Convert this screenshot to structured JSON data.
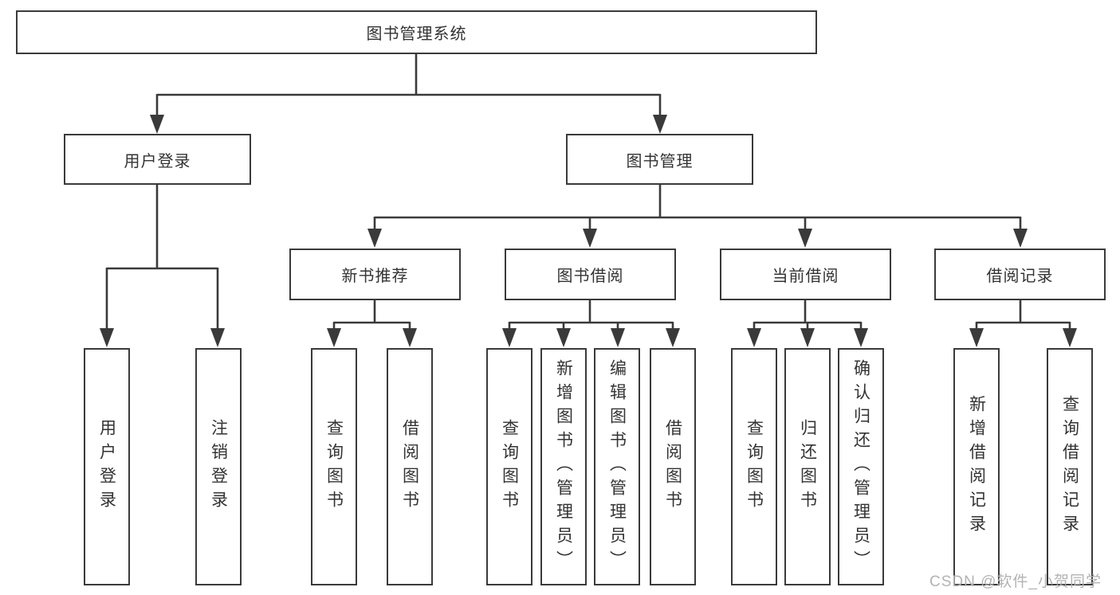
{
  "diagram": {
    "title": "图书管理系统",
    "branches": [
      {
        "label": "用户登录",
        "children": [
          {
            "label": "用户登录"
          },
          {
            "label": "注销登录"
          }
        ]
      },
      {
        "label": "图书管理",
        "groups": [
          {
            "label": "新书推荐",
            "children": [
              {
                "label": "查询图书"
              },
              {
                "label": "借阅图书"
              }
            ]
          },
          {
            "label": "图书借阅",
            "children": [
              {
                "label": "查询图书"
              },
              {
                "label": "新增图书（管理员）"
              },
              {
                "label": "编辑图书（管理员）"
              },
              {
                "label": "借阅图书"
              }
            ]
          },
          {
            "label": "当前借阅",
            "children": [
              {
                "label": "查询图书"
              },
              {
                "label": "归还图书"
              },
              {
                "label": "确认归还（管理员）"
              }
            ]
          },
          {
            "label": "借阅记录",
            "children": [
              {
                "label": "新增借阅记录"
              },
              {
                "label": "查询借阅记录"
              }
            ]
          }
        ]
      }
    ],
    "watermark": "CSDN @软件_小贺同学"
  },
  "colors": {
    "line": "#3a3a3a",
    "box_border": "#3a3a3a",
    "text": "#333333",
    "watermark": "#b3b3b3",
    "background": "#ffffff"
  }
}
